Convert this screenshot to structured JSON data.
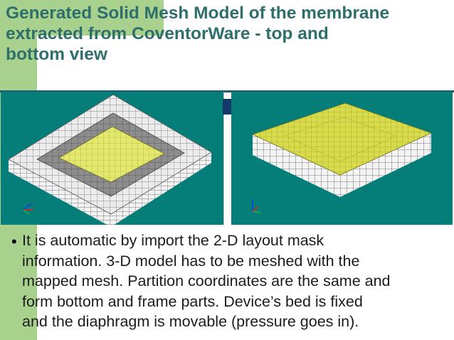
{
  "slide": {
    "title_lines": [
      "Generated Solid Mesh Model of the membrane",
      "extracted from CoventorWare - top and",
      "bottom view"
    ],
    "bullet_lines": [
      "It is automatic by import the 2-D layout mask",
      "information. 3-D model has to be meshed with the",
      "mapped mesh. Partition coordinates are the same and",
      "form bottom and frame parts. Device’s bed is fixed",
      "and the diaphragm is movable (pressure goes in)."
    ],
    "bullet_symbol": "•"
  },
  "colors": {
    "accent_green": "#a9d18e",
    "title_teal": "#2e6f6b",
    "panel_teal": "#057e79",
    "mesh_yellow": "#e4e86c",
    "mesh_white": "#ececec",
    "mesh_gray": "#8a8a8a"
  },
  "figures": [
    {
      "view": "top",
      "icon": "axis-triad-icon"
    },
    {
      "view": "bottom",
      "icon": "axis-triad-icon"
    }
  ]
}
